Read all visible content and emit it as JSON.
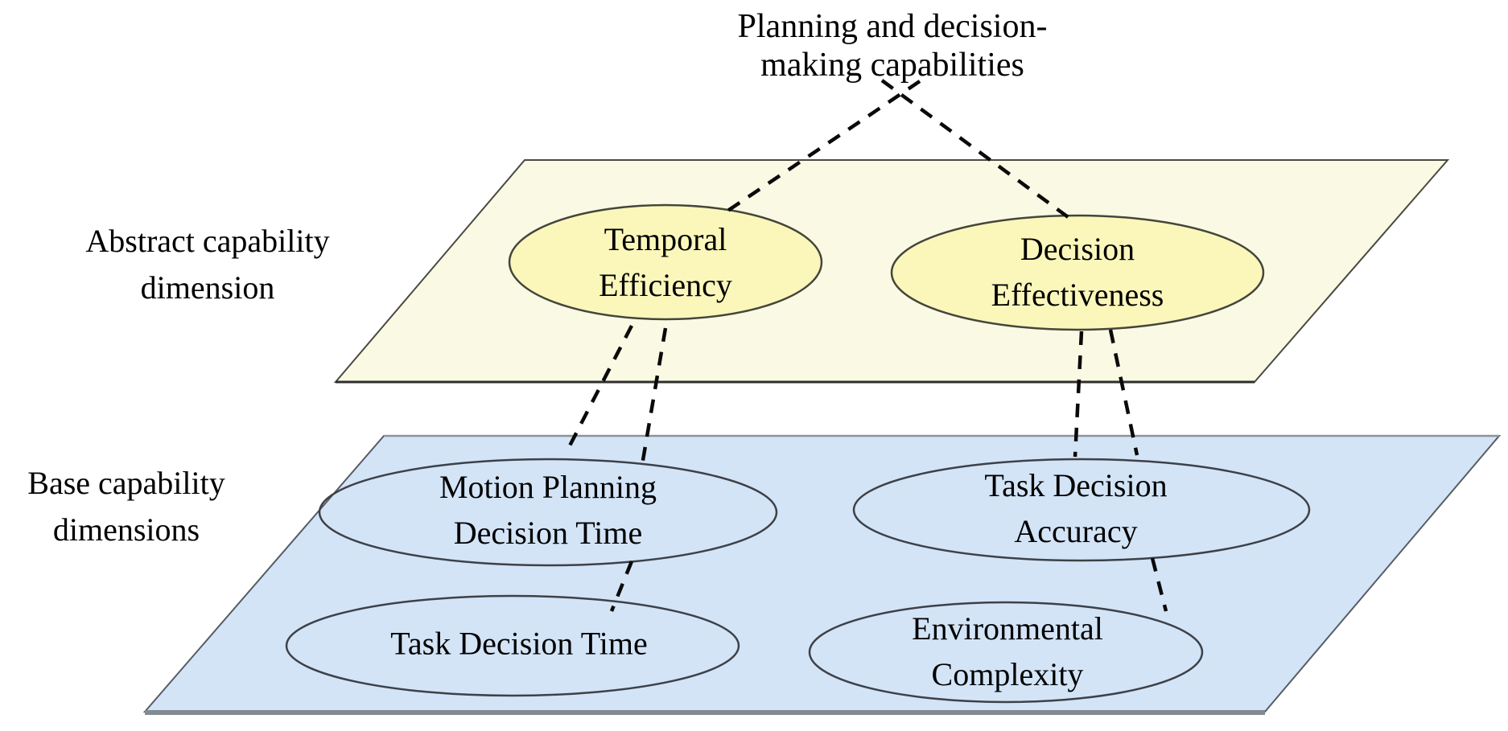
{
  "title": "Planning and decision-\nmaking capabilities",
  "layers": {
    "abstract": {
      "label": "Abstract capability\ndimension",
      "nodes": [
        {
          "id": "temporal-efficiency",
          "label": "Temporal\nEfficiency"
        },
        {
          "id": "decision-effectiveness",
          "label": "Decision\nEffectiveness"
        }
      ]
    },
    "base": {
      "label": "Base capability\ndimensions",
      "nodes": [
        {
          "id": "motion-planning-decision-time",
          "label": "Motion Planning\nDecision Time"
        },
        {
          "id": "task-decision-time",
          "label": "Task Decision Time"
        },
        {
          "id": "task-decision-accuracy",
          "label": "Task Decision\nAccuracy"
        },
        {
          "id": "environmental-complexity",
          "label": "Environmental\nComplexity"
        }
      ]
    }
  },
  "edges": [
    {
      "from": "planning-and-decision-making-capabilities",
      "to": "temporal-efficiency",
      "style": "dashed"
    },
    {
      "from": "planning-and-decision-making-capabilities",
      "to": "decision-effectiveness",
      "style": "dashed"
    },
    {
      "from": "temporal-efficiency",
      "to": "motion-planning-decision-time",
      "style": "dashed"
    },
    {
      "from": "temporal-efficiency",
      "to": "task-decision-time",
      "style": "dashed"
    },
    {
      "from": "decision-effectiveness",
      "to": "task-decision-accuracy",
      "style": "dashed"
    },
    {
      "from": "decision-effectiveness",
      "to": "environmental-complexity",
      "style": "dashed"
    }
  ],
  "colors": {
    "abstract_plane_fill": "#FAFAE4",
    "abstract_node_fill": "#FBF7BB",
    "base_plane_fill": "#D3E4F7",
    "outline": "#3F3F3F",
    "connector": "#0A0A0A",
    "text": "#000000"
  }
}
